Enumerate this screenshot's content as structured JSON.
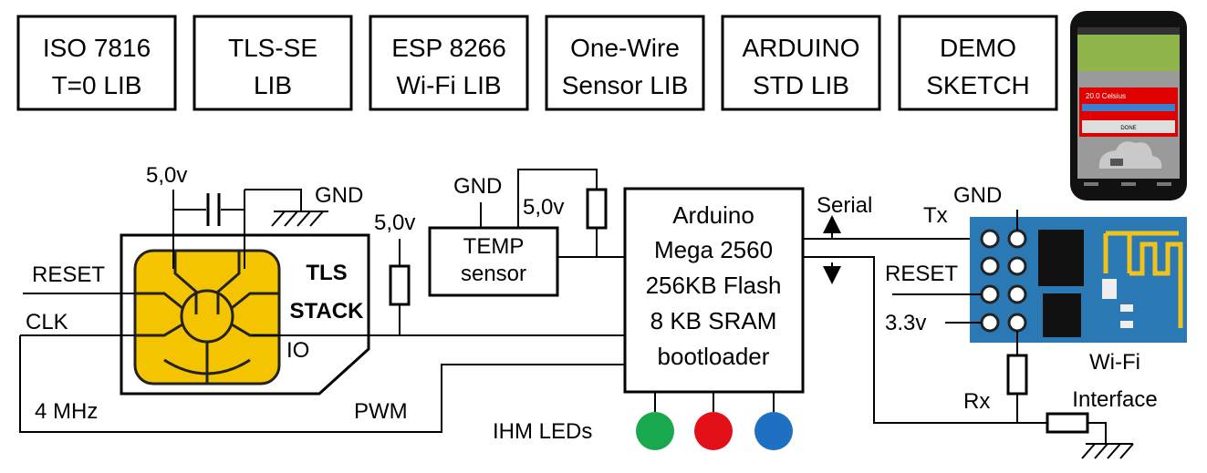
{
  "libraries": [
    {
      "line1": "ISO 7816",
      "line2": "T=0 LIB"
    },
    {
      "line1": "TLS-SE",
      "line2": "LIB"
    },
    {
      "line1": "ESP 8266",
      "line2": "Wi-Fi LIB"
    },
    {
      "line1": "One-Wire",
      "line2": "Sensor LIB"
    },
    {
      "line1": "ARDUINO",
      "line2": "STD LIB"
    },
    {
      "line1": "DEMO",
      "line2": "SKETCH"
    }
  ],
  "phone": {
    "reading": "20.0 Celsius",
    "button": "DONE",
    "screen_color": "#e00000"
  },
  "sim": {
    "voltage": "5,0v",
    "gnd": "GND",
    "reset": "RESET",
    "clk": "CLK",
    "io": "IO",
    "stack_line1": "TLS",
    "stack_line2": "STACK",
    "clock": "4 MHz",
    "pwm": "PWM",
    "pullup_voltage": "5,0v",
    "chip_color": "#f5c400"
  },
  "temp": {
    "gnd": "GND",
    "voltage": "5,0v",
    "line1": "TEMP",
    "line2": "sensor"
  },
  "arduino": {
    "lines": [
      "Arduino",
      "Mega 2560",
      "256KB Flash",
      "8 KB SRAM",
      "bootloader"
    ],
    "serial": "Serial"
  },
  "ihm": {
    "label": "IHM  LEDs",
    "colors": [
      "#1aa84f",
      "#e3101a",
      "#1f6fc2"
    ]
  },
  "wifi": {
    "gnd": "GND",
    "tx": "Tx",
    "reset": "RESET",
    "v33": "3.3v",
    "rx": "Rx",
    "line1": "Wi-Fi",
    "line2": "Interface",
    "board_color": "#2a79b4",
    "antenna_color": "#f2c21c"
  }
}
